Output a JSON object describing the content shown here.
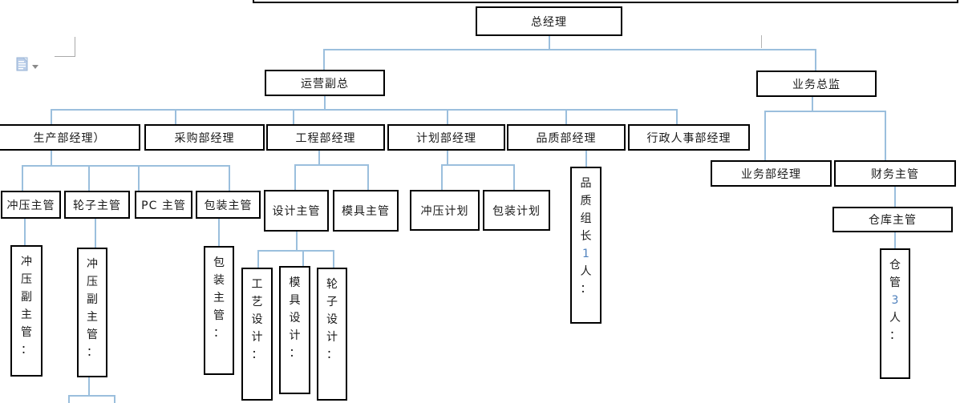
{
  "word_ui": {
    "paste_options_icon": "clipboard-paste-icon",
    "paste_dropdown_icon": "chevron-down-icon"
  },
  "org_chart": {
    "connector_color": "#9bbfdd",
    "digit_color": "#4f81bd",
    "nodes": {
      "gm": {
        "label": "总经理"
      },
      "ops_vp": {
        "label": "运营副总"
      },
      "biz_director": {
        "label": "业务总监"
      },
      "production_mgr": {
        "label": "生产部经理）"
      },
      "purchasing_mgr": {
        "label": "采购部经理"
      },
      "engineering_mgr": {
        "label": "工程部经理"
      },
      "planning_mgr": {
        "label": "计划部经理"
      },
      "quality_mgr": {
        "label": "品质部经理"
      },
      "admin_hr_mgr": {
        "label": "行政人事部经理"
      },
      "biz_dept_mgr": {
        "label": "业务部经理"
      },
      "finance_sup": {
        "label": "财务主管"
      },
      "stamping_sup": {
        "label": "冲压主管"
      },
      "wheel_sup": {
        "label": "轮子主管"
      },
      "pc_sup": {
        "label": "PC 主管"
      },
      "packaging_sup": {
        "label": "包装主管"
      },
      "design_sup": {
        "label": "设计主管"
      },
      "mold_sup": {
        "label": "模具主管"
      },
      "stamping_plan": {
        "label": "冲压计划"
      },
      "packaging_plan": {
        "label": "包装计划"
      },
      "quality_leader": {
        "lines": [
          "品",
          "质",
          "组",
          "长",
          "1",
          "人",
          "："
        ]
      },
      "warehouse_sup": {
        "label": "仓库主管"
      },
      "warehouse_keeper": {
        "lines": [
          "仓",
          "管",
          "3",
          "人",
          "："
        ]
      },
      "stamping_deputy_1": {
        "lines": [
          "冲",
          "压",
          "副",
          "主",
          "管",
          "："
        ]
      },
      "stamping_deputy_2": {
        "lines": [
          "冲",
          "压",
          "副",
          "主",
          "管",
          "："
        ]
      },
      "packaging_sup_v": {
        "lines": [
          "包",
          "装",
          "主",
          "管",
          "："
        ]
      },
      "process_design": {
        "lines": [
          "工",
          "艺",
          "设",
          "计",
          "："
        ]
      },
      "mold_design": {
        "lines": [
          "模",
          "具",
          "设",
          "计",
          "："
        ]
      },
      "wheel_design": {
        "lines": [
          "轮",
          "子",
          "设",
          "计",
          "："
        ]
      }
    }
  }
}
